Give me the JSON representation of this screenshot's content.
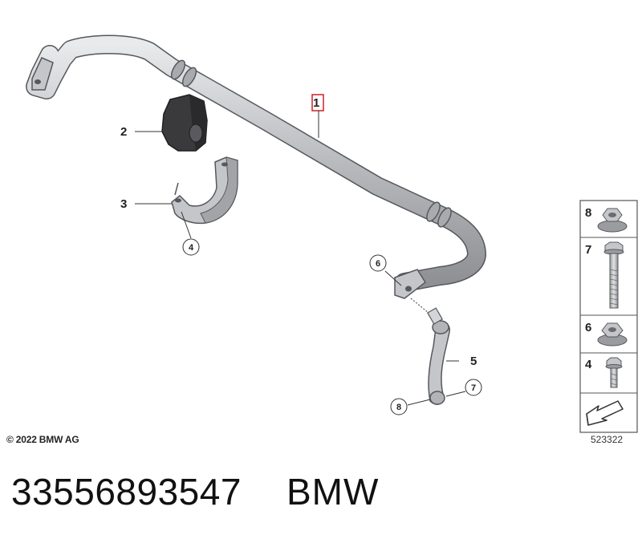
{
  "callouts": {
    "c1": "1",
    "c2": "2",
    "c3": "3",
    "c4": "4",
    "c5": "5",
    "c6": "6",
    "c7": "7",
    "c8": "8"
  },
  "legend": {
    "items": [
      "8",
      "7",
      "6",
      "4"
    ]
  },
  "copyright": "© 2022 BMW AG",
  "diagram_id": "523322",
  "part_number": "33556893547",
  "brand": "BMW",
  "colors": {
    "part_fill": "#c4c6ca",
    "part_stroke": "#55585c",
    "bushing": "#3a3a3c",
    "highlight_box": "#d02020"
  }
}
